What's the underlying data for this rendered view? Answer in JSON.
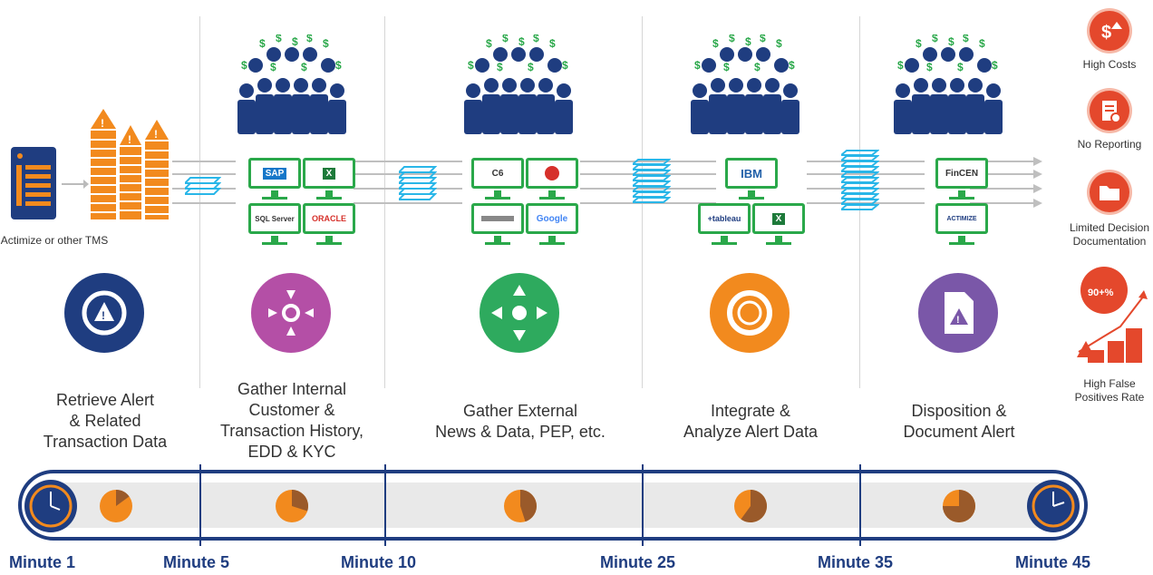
{
  "source": {
    "label": "Actimize or other TMS"
  },
  "stages": [
    {
      "title_lines": [
        "Retrieve Alert",
        "& Related",
        "Transaction Data"
      ],
      "icon": "alert-refresh-icon",
      "color": "#1f3d80"
    },
    {
      "title_lines": [
        "Gather Internal",
        "Customer &",
        "Transaction History,",
        "EDD & KYC"
      ],
      "icon": "converge-arrows-icon",
      "color": "#b44fa6"
    },
    {
      "title_lines": [
        "Gather External",
        "News & Data, PEP, etc."
      ],
      "icon": "expand-arrows-icon",
      "color": "#2eaa5e"
    },
    {
      "title_lines": [
        "Integrate &",
        "Analyze Alert Data"
      ],
      "icon": "sync-icon",
      "color": "#f28a1e"
    },
    {
      "title_lines": [
        "Disposition &",
        "Document Alert"
      ],
      "icon": "document-alert-icon",
      "color": "#7a57a8"
    }
  ],
  "systems": {
    "internal": [
      "SAP",
      "SQL Server",
      "ORACLE"
    ],
    "external": [
      "C6",
      "Google"
    ],
    "integrate": [
      "IBM",
      "+tableau"
    ],
    "disposition": [
      "FinCEN",
      "ACTIMIZE"
    ]
  },
  "minutes": [
    "Minute 1",
    "Minute 5",
    "Minute 10",
    "Minute 25",
    "Minute 35",
    "Minute 45"
  ],
  "pies": [
    0.15,
    0.3,
    0.45,
    0.6,
    0.75
  ],
  "side_issues": [
    {
      "label": "High Costs",
      "icon": "dollar-up-icon"
    },
    {
      "label": "No Reporting",
      "icon": "report-x-icon"
    },
    {
      "label_lines": [
        "Limited Decision",
        "Documentation"
      ],
      "icon": "folder-icon"
    },
    {
      "badge": "90+%",
      "label_lines": [
        "High False",
        "Positives Rate"
      ],
      "icon": "rising-chart-icon"
    }
  ],
  "colors": {
    "navy": "#1f3d80",
    "green": "#2aa84a",
    "orange": "#f28a1e",
    "red": "#e4482c"
  }
}
